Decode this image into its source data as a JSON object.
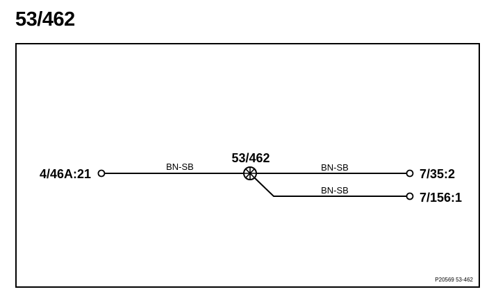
{
  "page": {
    "title": "53/462"
  },
  "diagram": {
    "splice": {
      "label": "53/462",
      "icon": "splice-node-icon"
    },
    "connectors": {
      "left": "4/46A:21",
      "right_top": "7/35:2",
      "right_bottom": "7/156:1"
    },
    "wires": {
      "left": "BN-SB",
      "right_top": "BN-SB",
      "right_bottom": "BN-SB"
    },
    "reference": "P20569 53-462"
  }
}
